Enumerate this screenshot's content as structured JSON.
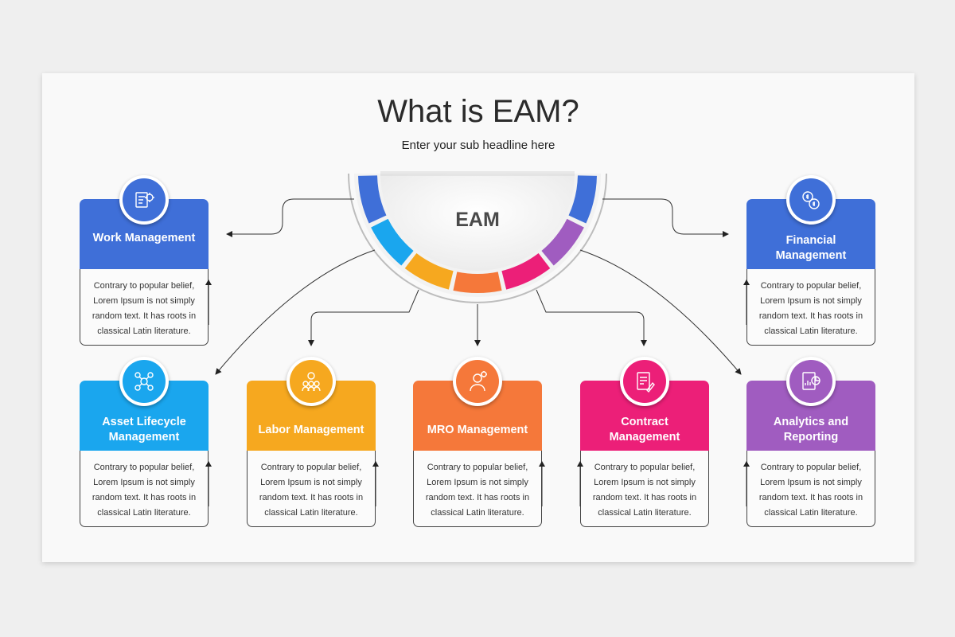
{
  "title": "What is EAM?",
  "subtitle": "Enter your sub headline here",
  "hub": {
    "label": "EAM"
  },
  "cards": [
    {
      "title": "Work Management",
      "body": "Contrary to popular belief, Lorem Ipsum is not simply random text. It has roots in classical Latin literature.",
      "color": "#3f6fd8",
      "icon": "work-order-icon"
    },
    {
      "title": "Financial Management",
      "body": "Contrary to popular belief, Lorem Ipsum is not simply random text. It has roots in classical Latin literature.",
      "color": "#3f6fd8",
      "icon": "money-settings-icon"
    },
    {
      "title": "Asset Lifecycle Management",
      "body": "Contrary to popular belief, Lorem Ipsum is not simply random text. It has roots in classical Latin literature.",
      "color": "#1aa6ee",
      "icon": "asset-cycle-icon"
    },
    {
      "title": "Labor Management",
      "body": "Contrary to popular belief, Lorem Ipsum is not simply random text. It has roots in classical Latin literature.",
      "color": "#f6a81f",
      "icon": "team-gear-icon"
    },
    {
      "title": "MRO Management",
      "body": "Contrary to popular belief, Lorem Ipsum is not simply random text. It has roots in classical Latin literature.",
      "color": "#f5783a",
      "icon": "worker-gear-icon"
    },
    {
      "title": "Contract Management",
      "body": "Contrary to popular belief, Lorem Ipsum is not simply random text. It has roots in classical Latin literature.",
      "color": "#ec1f78",
      "icon": "contract-icon"
    },
    {
      "title": "Analytics and Reporting",
      "body": "Contrary to popular belief, Lorem Ipsum is not simply random text. It has roots in classical Latin literature.",
      "color": "#a05cc0",
      "icon": "analytics-report-icon"
    }
  ],
  "ring_colors": [
    "#3f6fd8",
    "#1aa6ee",
    "#f6a81f",
    "#f5783a",
    "#ec1f78",
    "#a05cc0",
    "#3f6fd8"
  ]
}
